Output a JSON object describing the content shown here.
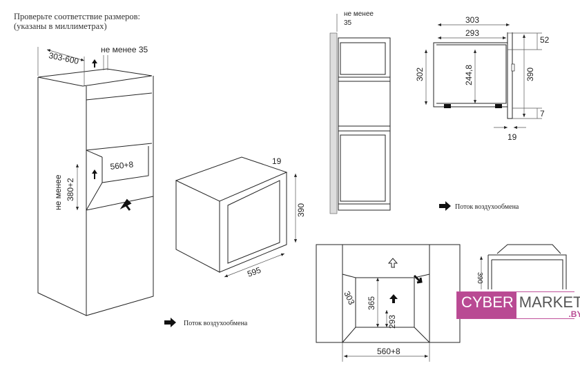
{
  "title": {
    "line1": "Проверьте соответствие размеров:",
    "line2": "(указаны в миллиметрах)"
  },
  "cabinet_view": {
    "depth_range": "303-600",
    "gap_top": "не менее 35",
    "niche_height_label": "не менее",
    "niche_height_value": "380+2",
    "niche_width": "560+8"
  },
  "oven_view": {
    "frame_depth": "19",
    "height": "390",
    "width": "595"
  },
  "side_view": {
    "gap_label": "не менее",
    "gap_value": "35"
  },
  "profile_view": {
    "outer_depth": "303",
    "inner_depth": "293",
    "body_height": "302",
    "inner_height": "244,8",
    "total_height": "390",
    "top_offset": "52",
    "bottom_offset": "7",
    "frame": "19"
  },
  "niche_front_view": {
    "depth": "303",
    "height": "365",
    "inner_depth": "293",
    "width": "560+8"
  },
  "partial_view": {
    "height": "390"
  },
  "legend": {
    "airflow_left": "Поток воздухообмена",
    "airflow_right": "Поток воздухообмена"
  },
  "logo": {
    "part1": "CYBER",
    "part2": "MARKET",
    "suffix": ".BY"
  },
  "colors": {
    "brand": "#b94a93",
    "line": "#222222"
  }
}
